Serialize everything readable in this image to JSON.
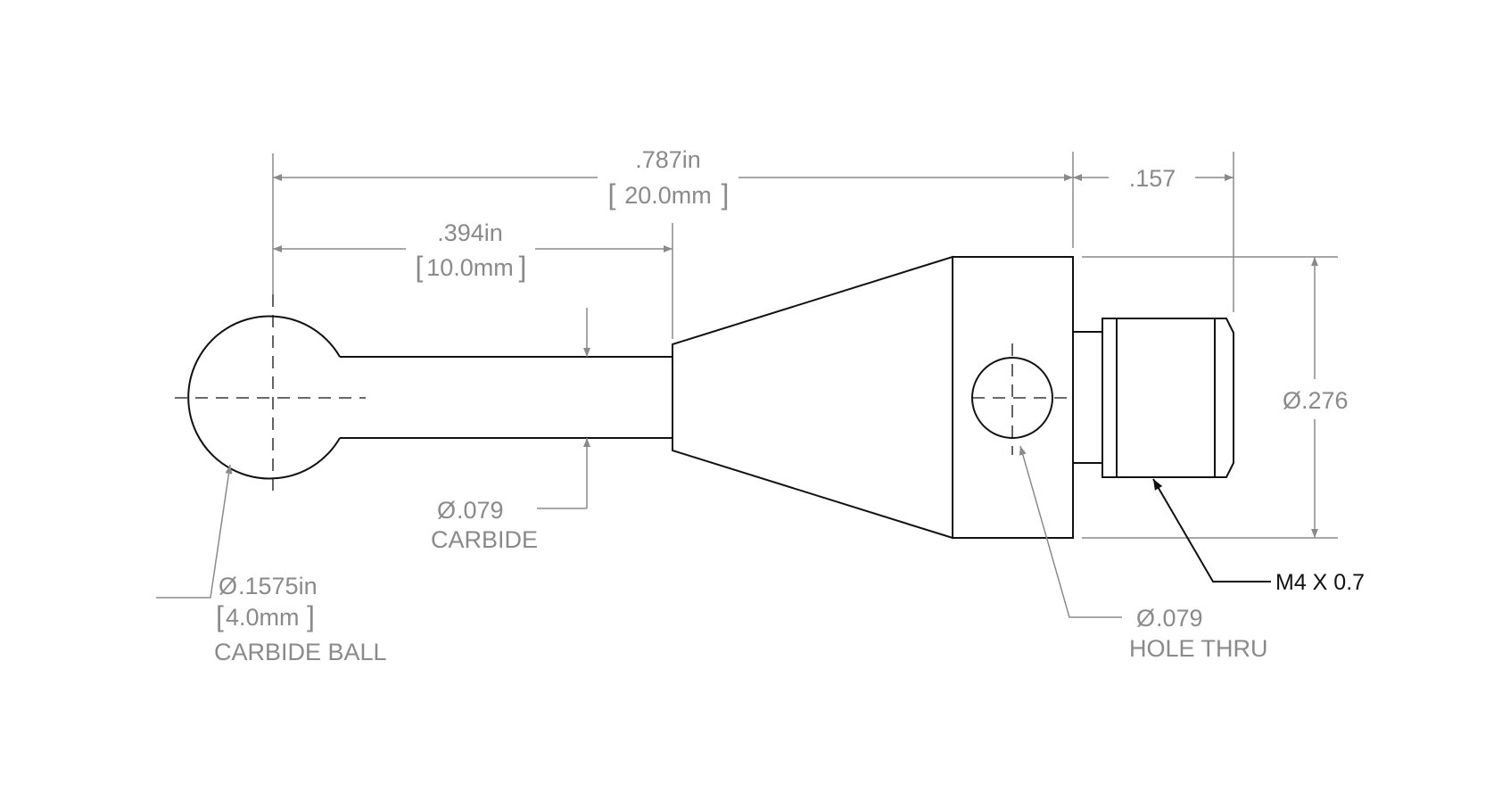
{
  "colors": {
    "part_outline": "#111111",
    "dimension": "#8a8a8a",
    "background": "#ffffff"
  },
  "dimensions": {
    "overall_length": {
      "in": ".787in",
      "mm": "20.0mm"
    },
    "shaft_length": {
      "in": ".394in",
      "mm": "10.0mm"
    },
    "thread_length": ".157",
    "body_diameter": ".276"
  },
  "callouts": {
    "stem": {
      "diameter": ".079",
      "material": "CARBIDE"
    },
    "ball": {
      "diameter": ".1575in",
      "mm": "4.0mm",
      "material": "CARBIDE BALL"
    },
    "hole": {
      "diameter": ".079",
      "note": "HOLE THRU"
    },
    "thread": {
      "spec": "M4 X 0.7"
    }
  },
  "symbols": {
    "diameter": "Ø",
    "bracket_open": "[",
    "bracket_close": "]"
  }
}
